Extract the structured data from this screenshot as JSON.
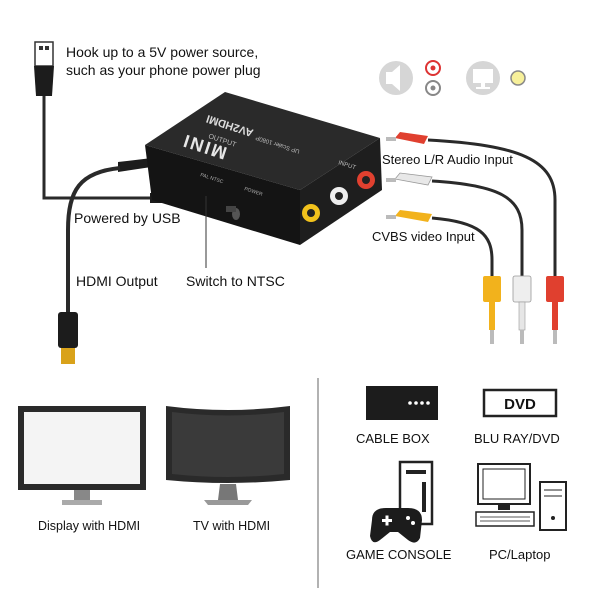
{
  "callouts": {
    "power_note_line1": "Hook up to a 5V power source,",
    "power_note_line2": "such as your phone power plug",
    "usb_power": "Powered by USB",
    "hdmi_output": "HDMI Output",
    "ntsc_switch": "Switch to NTSC",
    "audio_input": "Stereo L/R Audio Input",
    "video_input": "CVBS video Input"
  },
  "device": {
    "brand": "MINI",
    "model": "AV2HDMI",
    "resolution_note": "UP Scaler 1080P",
    "output_port": "OUTPUT",
    "input_port": "INPUT",
    "switch_labels": "PAL  NTSC",
    "power_port": "POWER"
  },
  "outputs": [
    {
      "label": "Display with HDMI",
      "icon": "monitor-icon"
    },
    {
      "label": "TV with HDMI",
      "icon": "curved-tv-icon"
    }
  ],
  "sources": [
    {
      "label": "CABLE BOX",
      "icon": "cable-box-icon"
    },
    {
      "label": "BLU RAY/DVD",
      "icon": "dvd-player-icon",
      "badge": "DVD"
    },
    {
      "label": "GAME CONSOLE",
      "icon": "game-console-icon"
    },
    {
      "label": "PC/Laptop",
      "icon": "pc-icon"
    }
  ],
  "colors": {
    "red_plug": "#e0402f",
    "white_plug": "#e8e8e8",
    "yellow_plug": "#f2b21c",
    "device_body": "#1c1c1c",
    "cable": "#2a2a2a"
  }
}
